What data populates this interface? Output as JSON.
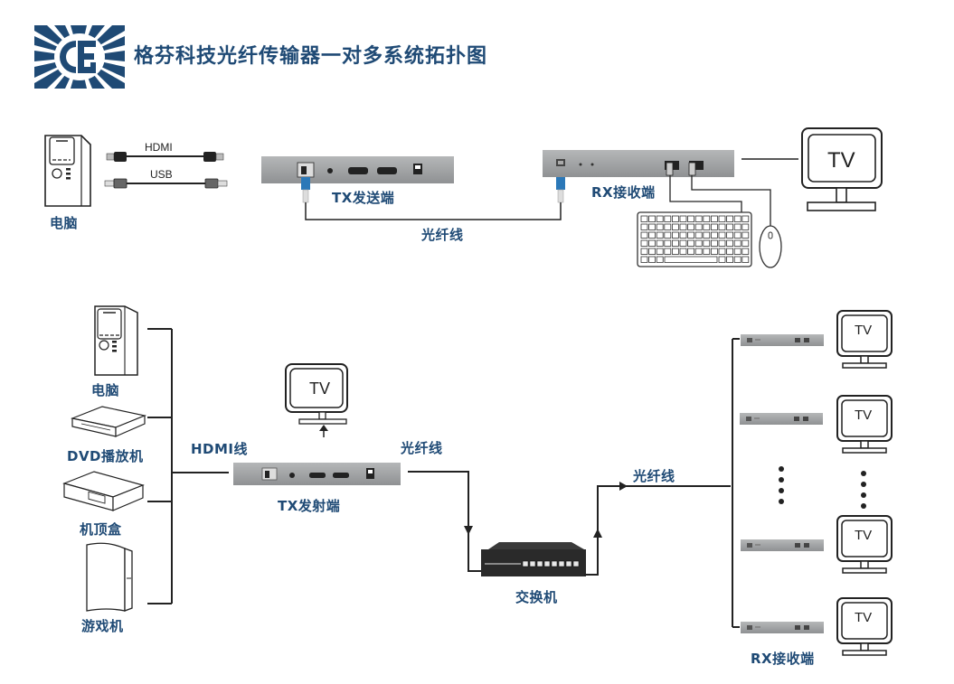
{
  "header": {
    "logo": "gf-logo-icon",
    "title": "格芬科技光纤传输器一对多系统拓扑图",
    "brand_color": "#1f4a75"
  },
  "top_diagram": {
    "computer_label": "电脑",
    "cables": [
      "HDMI",
      "USB"
    ],
    "tx_label": "TX发送端",
    "fiber_label": "光纤线",
    "rx_label": "RX接收端",
    "tv_label": "TV",
    "peripherals": [
      "keyboard-icon",
      "mouse-icon"
    ]
  },
  "bottom_diagram": {
    "sources": [
      {
        "label": "电脑",
        "icon": "computer-tower-icon"
      },
      {
        "label": "DVD播放机",
        "icon": "dvd-player-icon"
      },
      {
        "label": "机顶盒",
        "icon": "set-top-box-icon"
      },
      {
        "label": "游戏机",
        "icon": "game-console-icon"
      }
    ],
    "hdmi_cable_label": "HDMI线",
    "tx_label": "TX发射端",
    "local_tv_label": "TV",
    "fiber_label_1": "光纤线",
    "switch_label": "交换机",
    "fiber_label_2": "光纤线",
    "rx_label": "RX接收端",
    "receivers": [
      {
        "tv_label": "TV"
      },
      {
        "tv_label": "TV"
      },
      {
        "tv_label": "TV"
      },
      {
        "tv_label": "TV"
      }
    ]
  }
}
